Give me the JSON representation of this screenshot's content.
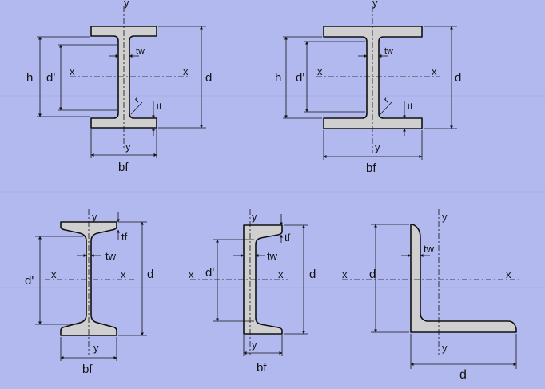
{
  "labels": {
    "y": "y",
    "x": "x",
    "h": "h",
    "d": "d",
    "d_prime": "d'",
    "tw": "tw",
    "tf": "tf",
    "bf": "bf",
    "r": "r"
  },
  "colors": {
    "background": "#b8bff2",
    "section_fill": "#cfcfcf",
    "outline": "#111111"
  }
}
